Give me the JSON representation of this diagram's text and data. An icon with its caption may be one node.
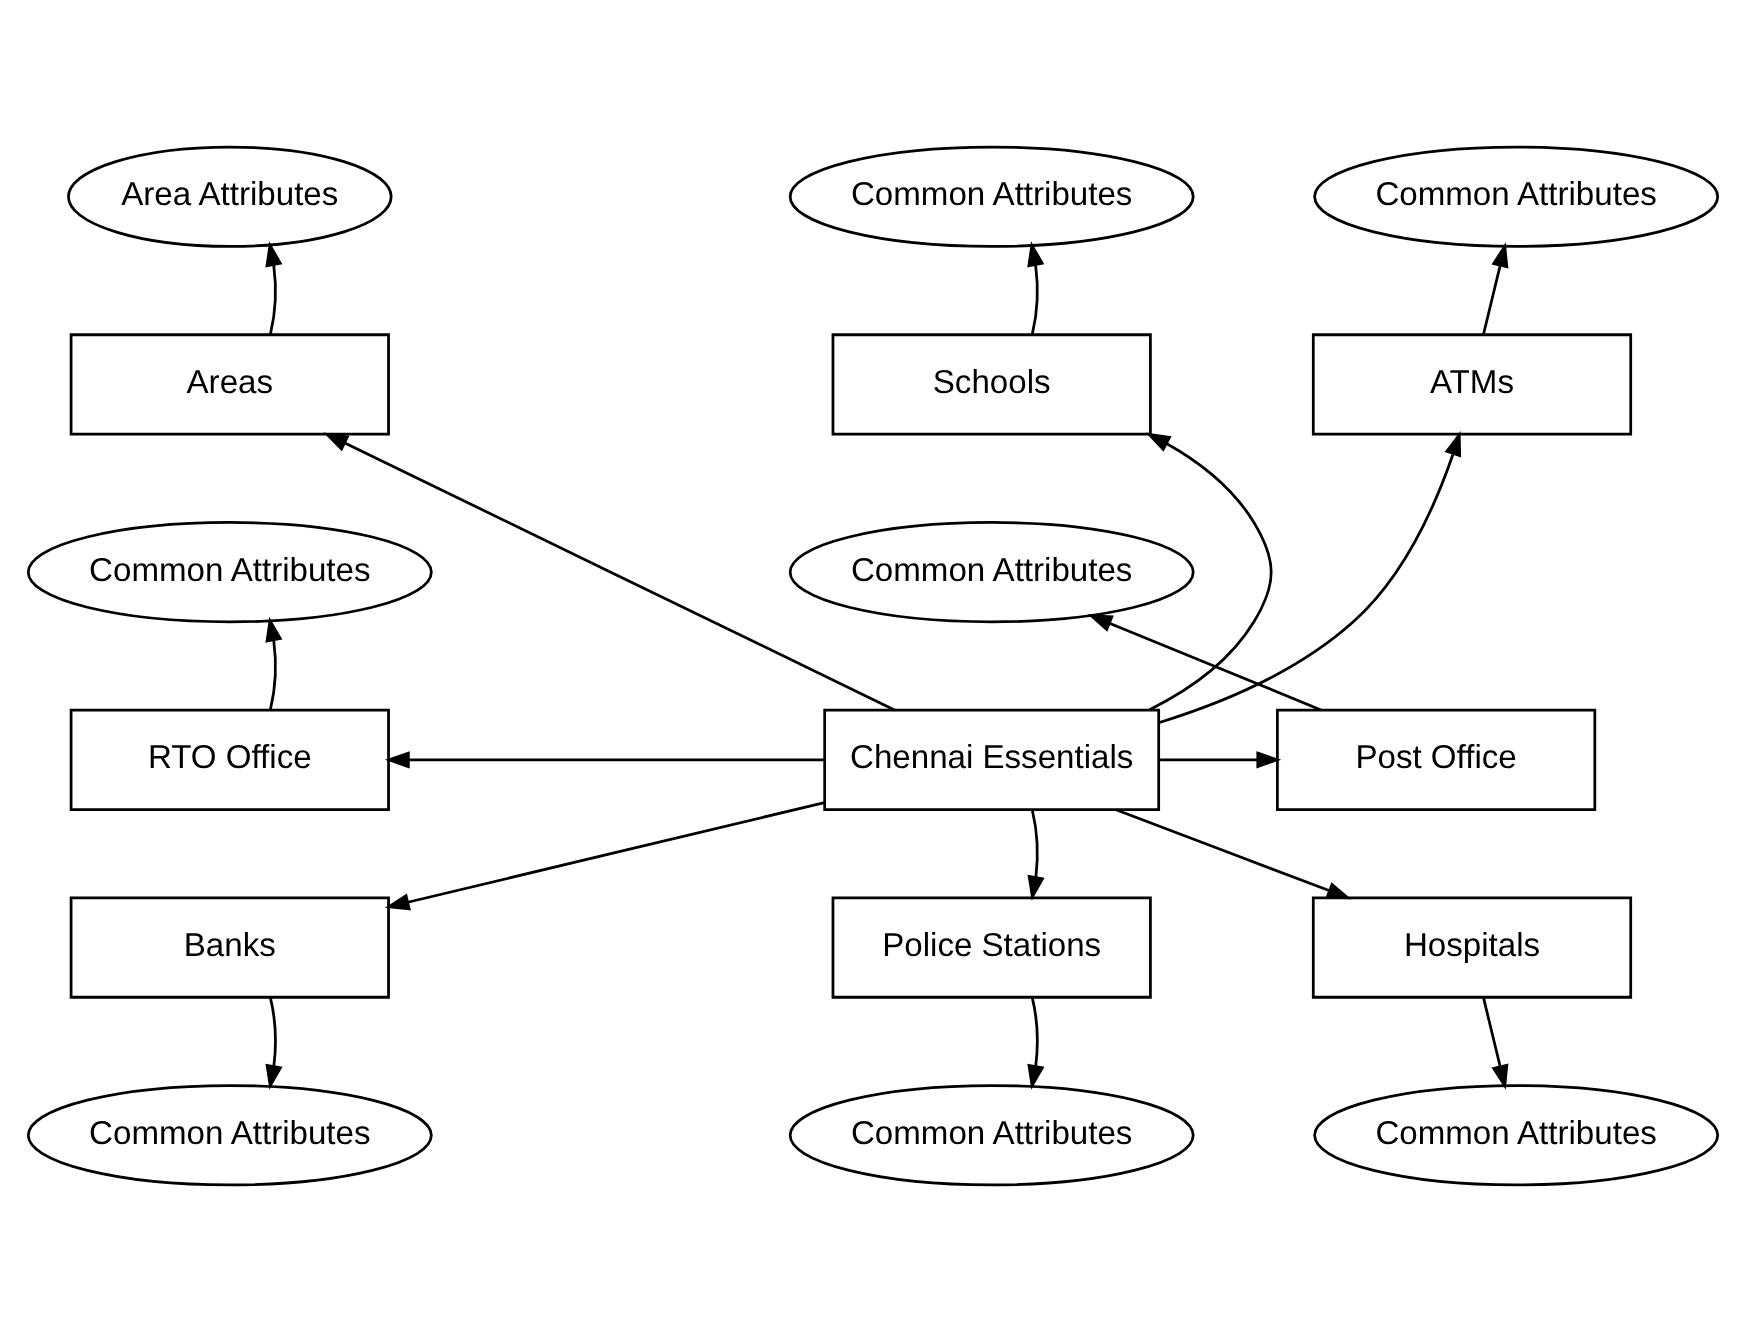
{
  "diagram": {
    "nodes": [
      {
        "text": [
          "Area Attributes"
        ]
      },
      {
        "text": [
          "Common Attributes"
        ]
      },
      {
        "text": [
          "Common Attributes"
        ]
      },
      {
        "text": [
          "Areas"
        ]
      },
      {
        "text": [
          "Schools"
        ]
      },
      {
        "text": [
          "ATMs"
        ]
      },
      {
        "text": [
          "Common Attributes"
        ]
      },
      {
        "text": [
          "Common Attributes"
        ]
      },
      {
        "text": [
          "RTO Office"
        ]
      },
      {
        "text": [
          "Chennai Essentials"
        ]
      },
      {
        "text": [
          "Post Office"
        ]
      },
      {
        "text": [
          "Banks"
        ]
      },
      {
        "text": [
          "Police Stations"
        ]
      },
      {
        "text": [
          "Hospitals"
        ]
      },
      {
        "text": [
          "Common Attributes"
        ]
      },
      {
        "text": [
          "Common Attributes"
        ]
      },
      {
        "text": [
          "Common Attributes"
        ]
      }
    ],
    "edges": [
      {
        "from": 9,
        "to": 3,
        "arrow": "to"
      },
      {
        "from": 9,
        "to": 4,
        "arrow": "to"
      },
      {
        "from": 9,
        "to": 5,
        "arrow": "to"
      },
      {
        "from": 9,
        "to": 8,
        "arrow": "to"
      },
      {
        "from": 9,
        "to": 10,
        "arrow": "to"
      },
      {
        "from": 9,
        "to": 11,
        "arrow": "to"
      },
      {
        "from": 9,
        "to": 12,
        "arrow": "to"
      },
      {
        "from": 9,
        "to": 13,
        "arrow": "to"
      },
      {
        "from": 3,
        "to": 0,
        "arrow": "to"
      },
      {
        "from": 4,
        "to": 1,
        "arrow": "to"
      },
      {
        "from": 5,
        "to": 2,
        "arrow": "to"
      },
      {
        "from": 8,
        "to": 6,
        "arrow": "to"
      },
      {
        "from": 10,
        "to": 7,
        "arrow": "to"
      },
      {
        "from": 11,
        "to": 14,
        "arrow": "to"
      },
      {
        "from": 12,
        "to": 15,
        "arrow": "to"
      },
      {
        "from": 13,
        "to": 16,
        "arrow": "to"
      }
    ]
  }
}
